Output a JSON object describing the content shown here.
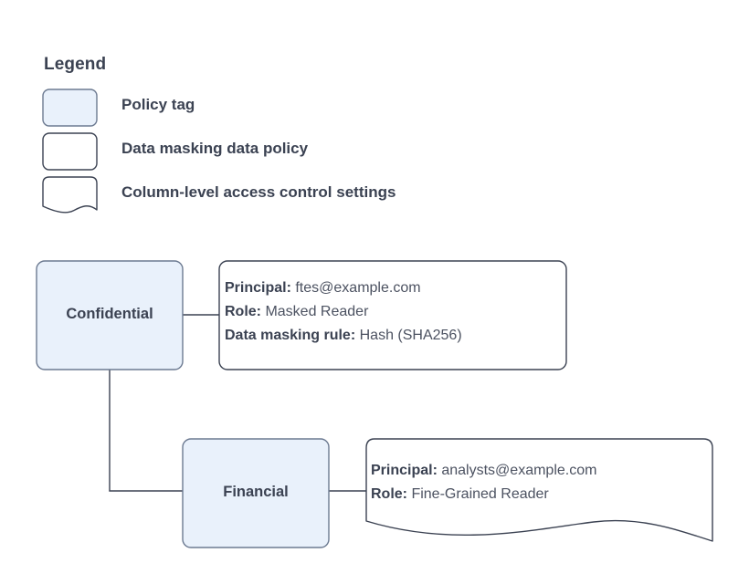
{
  "diagram": {
    "type": "policy-tag-access-control",
    "background": "#ffffff",
    "colors": {
      "tag_fill": "#e9f1fb",
      "tag_stroke": "#6c7a91",
      "box_fill": "#ffffff",
      "box_stroke": "#3b4252",
      "text": "#3b4252",
      "value_text": "#4c5261",
      "connector": "#3b4252"
    }
  },
  "legend": {
    "title": "Legend",
    "items": [
      {
        "label": "Policy tag",
        "shape": "rounded-rect",
        "fill": "#e9f1fb",
        "icon": "policy-tag-swatch"
      },
      {
        "label": "Data masking data policy",
        "shape": "rounded-rect",
        "fill": "#ffffff",
        "icon": "data-policy-swatch"
      },
      {
        "label": "Column-level access control settings",
        "shape": "document-wave",
        "fill": "#ffffff",
        "icon": "access-settings-swatch"
      }
    ]
  },
  "nodes": [
    {
      "id": "confidential",
      "label": "Confidential",
      "kind": "policy-tag"
    },
    {
      "id": "financial",
      "label": "Financial",
      "kind": "policy-tag"
    }
  ],
  "details": {
    "confidential": {
      "shape": "rounded-rect",
      "rows": [
        {
          "key": "Principal:",
          "value": "ftes@example.com"
        },
        {
          "key": "Role:",
          "value": "Masked Reader"
        },
        {
          "key": "Data masking rule:",
          "value": "Hash (SHA256)"
        }
      ]
    },
    "financial": {
      "shape": "document-wave",
      "rows": [
        {
          "key": "Principal:",
          "value": "analysts@example.com"
        },
        {
          "key": "Role:",
          "value": "Fine-Grained Reader"
        }
      ]
    }
  },
  "edges": [
    {
      "from": "confidential",
      "to": "confidential-details",
      "style": "straight"
    },
    {
      "from": "confidential",
      "to": "financial",
      "style": "elbow"
    },
    {
      "from": "financial",
      "to": "financial-details",
      "style": "straight"
    }
  ]
}
